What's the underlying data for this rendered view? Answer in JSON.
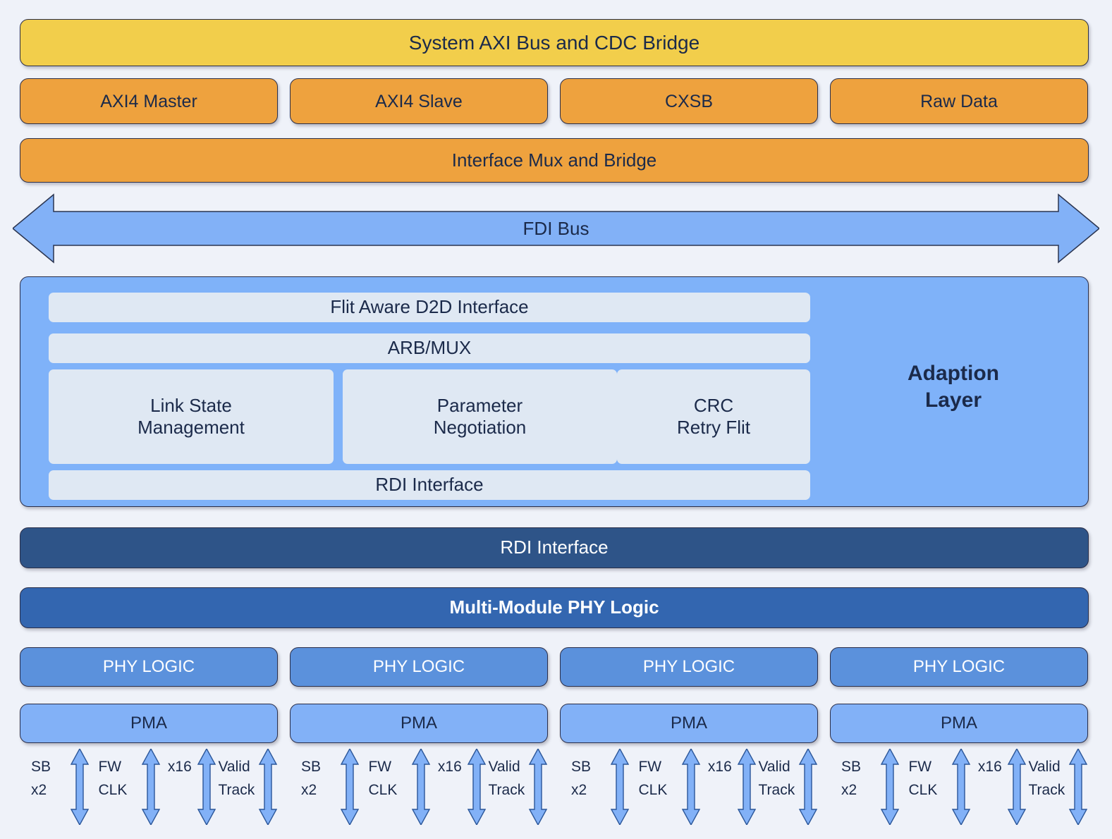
{
  "diagram": {
    "title_bar": {
      "label": "System AXI Bus and CDC Bridge"
    },
    "interface_row": [
      {
        "label": "AXI4 Master"
      },
      {
        "label": "AXI4 Slave"
      },
      {
        "label": "CXSB"
      },
      {
        "label": "Raw Data"
      }
    ],
    "mux_bar": {
      "label": "Interface Mux and Bridge"
    },
    "fdi_bus": {
      "label": "FDI Bus",
      "direction": "bidirectional"
    },
    "adaption_layer": {
      "title": "Adaption\nLayer",
      "top_interface": {
        "label": "Flit Aware D2D Interface"
      },
      "arb_mux": {
        "label": "ARB/MUX"
      },
      "blocks": [
        {
          "label": "Link State\nManagement"
        },
        {
          "label": "Parameter\nNegotiation"
        },
        {
          "label": "CRC\nRetry Flit"
        }
      ],
      "bottom_interface": {
        "label": "RDI Interface"
      }
    },
    "rdi_interface_bar": {
      "label": "RDI Interface"
    },
    "phy_logic_bar": {
      "label": "Multi-Module PHY Logic"
    },
    "lanes": [
      {
        "phy_logic": "PHY LOGIC",
        "pma": "PMA",
        "signals": [
          {
            "label": "SB\nx2"
          },
          {
            "label": "FW\nCLK"
          },
          {
            "label": "x16"
          },
          {
            "label": "Valid\nTrack"
          }
        ]
      },
      {
        "phy_logic": "PHY LOGIC",
        "pma": "PMA",
        "signals": [
          {
            "label": "SB\nx2"
          },
          {
            "label": "FW\nCLK"
          },
          {
            "label": "x16"
          },
          {
            "label": "Valid\nTrack"
          }
        ]
      },
      {
        "phy_logic": "PHY LOGIC",
        "pma": "PMA",
        "signals": [
          {
            "label": "SB\nx2"
          },
          {
            "label": "FW\nCLK"
          },
          {
            "label": "x16"
          },
          {
            "label": "Valid\nTrack"
          }
        ]
      },
      {
        "phy_logic": "PHY LOGIC",
        "pma": "PMA",
        "signals": [
          {
            "label": "SB\nx2"
          },
          {
            "label": "FW\nCLK"
          },
          {
            "label": "x16"
          },
          {
            "label": "Valid\nTrack"
          }
        ]
      }
    ],
    "colors": {
      "background": "#eff2f9",
      "yellow": "#f2ce4b",
      "orange": "#eea23e",
      "adaption_blue": "#7fb2f9",
      "inner_panel": "#dfe8f3",
      "navy": "#2e5488",
      "mid_blue": "#3366b0",
      "phy_logic_blue": "#5b91dc",
      "pma_blue": "#82b1f7",
      "arrow_blue": "#82b1f7",
      "arrow_stroke": "#2b5699",
      "text_dark": "#1b2a4a"
    }
  }
}
